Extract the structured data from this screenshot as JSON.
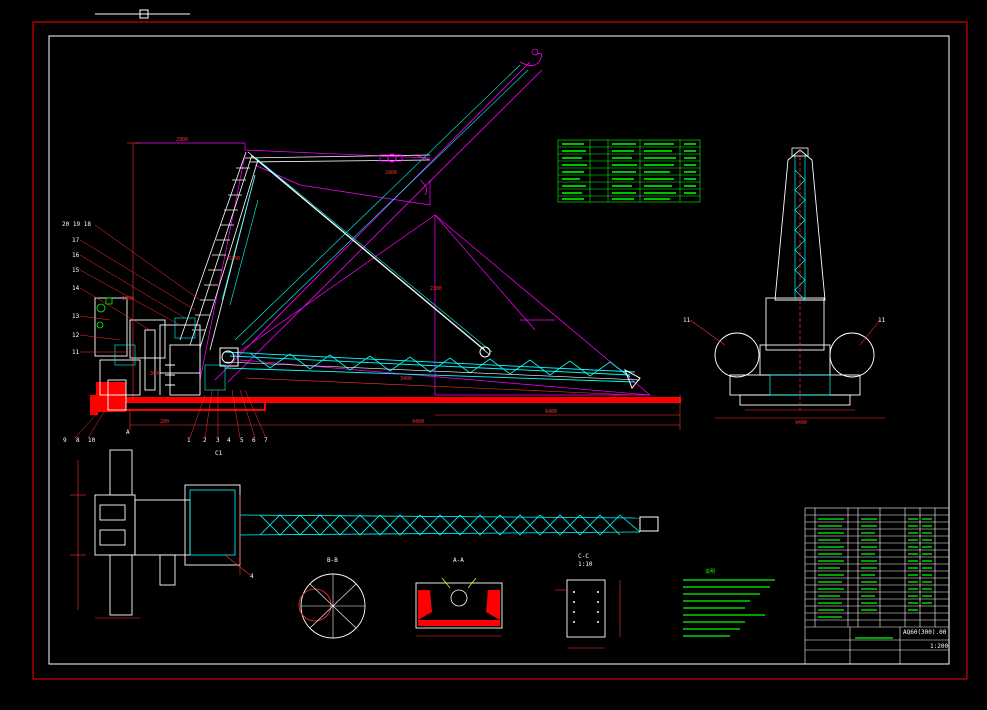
{
  "title_block": {
    "drawing_number": "AQ60(300).00",
    "drawing_title": "",
    "scale": "1:200"
  },
  "section_labels": {
    "b": "B-B",
    "a": "A-A",
    "c": "C-C",
    "c_scale": "1:10"
  },
  "callouts_left": [
    "20",
    "19",
    "18",
    "17",
    "16",
    "15",
    "14",
    "13",
    "12",
    "11"
  ],
  "callouts_bottom": [
    "9",
    "8",
    "10",
    "1",
    "2",
    "3",
    "4",
    "5",
    "6",
    "7"
  ],
  "callouts_side": [
    "11",
    "11"
  ],
  "dimensions": [
    "2900",
    "9400",
    "6400",
    "2300",
    "3400",
    "2800",
    "3200",
    "200",
    "300",
    "1900"
  ],
  "notes_heading": "说明",
  "view_markers": [
    "A",
    "C1"
  ],
  "colors": {
    "border_red": "#ff0000",
    "frame_white": "#ffffff",
    "structure_cyan": "#00ffff",
    "construction_magenta": "#ff00ff",
    "text_green": "#00ff00",
    "base_red": "#ff0000",
    "dim_red": "#ff3030"
  }
}
